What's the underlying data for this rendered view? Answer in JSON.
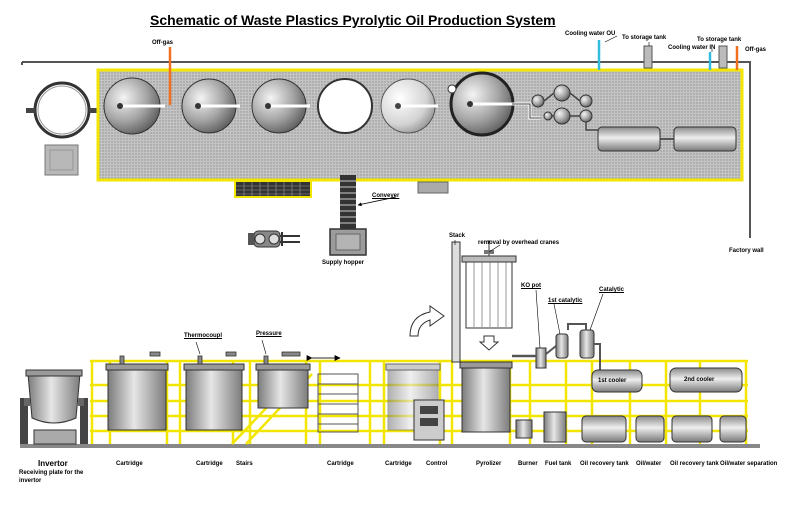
{
  "title": "Schematic of Waste Plastics Pyrolytic Oil Production System",
  "top_labels": {
    "off_gas_left": "Off-gas",
    "cooling_water_out": "Cooling water OU",
    "to_storage_tank_1": "To storage tank",
    "to_storage_tank_2": "To storage tank",
    "cooling_water_in": "Cooling water IN",
    "off_gas_right": "Off-gas",
    "conveyer": "Conveyer",
    "supply_hopper": "Supply hopper",
    "factory_wall": "Factory wall"
  },
  "bottom_labels": {
    "stack": "Stack",
    "removal": "removal by overhead cranes",
    "ko_pot": "KO pot",
    "first_catalytic": "1st catalytic",
    "catalytic": "Catalytic",
    "thermocouple": "Thermocoupl",
    "pressure": "Pressure",
    "first_cooler": "1st cooler",
    "second_cooler": "2nd cooler"
  },
  "bottom_captions": {
    "invertor": "Invertor",
    "receiving_plate_1": "Receiving plate for the",
    "receiving_plate_2": "invertor",
    "cartridge_1": "Cartridge",
    "cartridge_2": "Cartridge",
    "stairs": "Stairs",
    "cartridge_3": "Cartridge",
    "cartridge_4": "Cartridge",
    "control": "Control",
    "pyrolizer": "Pyrolizer",
    "burner": "Burner",
    "fuel_tank": "Fuel tank",
    "oil_recovery_tank_1": "Oil recovery tank",
    "oil_water": "Oil/water",
    "oil_recovery_tank_2": "Oil recovery tank",
    "oil_water_separation": "Oil/water separation"
  },
  "colors": {
    "frame_yellow": "#f2e600",
    "pipe_orange": "#f07020",
    "pipe_cyan": "#33bbdd",
    "hatch_gray": "#b4b4b4",
    "vessel_gray": "#a8a8a8",
    "dark": "#222222"
  }
}
